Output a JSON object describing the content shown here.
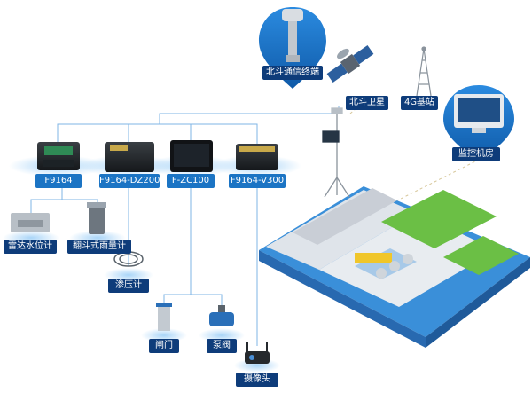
{
  "colors": {
    "label_blue": "#1b74c4",
    "label_navy": "#0e3c7a",
    "link_line": "#7fb5e6",
    "pin_blue": "#1976c9",
    "ground_blue": "#3a8fd9",
    "grass_green": "#6bbf45",
    "dam_grey": "#c9ced6"
  },
  "labels": {
    "beidou_terminal": "北斗通信终端",
    "beidou_satellite": "北斗卫星",
    "base_station_4g": "4G基站",
    "monitor_room": "监控机房",
    "dev_f9164": "F9164",
    "dev_f9164_dz200": "F9164-DZ200",
    "dev_fzc100": "F-ZC100",
    "dev_f9164_v300": "F9164-V300",
    "radar_level": "雷达水位计",
    "rain_gauge": "翻斗式雨量计",
    "piezometer": "渗压计",
    "gate": "闸门",
    "pump_valve": "泵阀",
    "camera": "摄像头"
  },
  "icons": {
    "terminal_pin": "map-pin-antenna-icon",
    "satellite": "satellite-icon",
    "tower": "cell-tower-icon",
    "monitor_pin": "map-pin-monitor-icon",
    "station": "weather-station-icon",
    "camera": "camera-icon"
  }
}
